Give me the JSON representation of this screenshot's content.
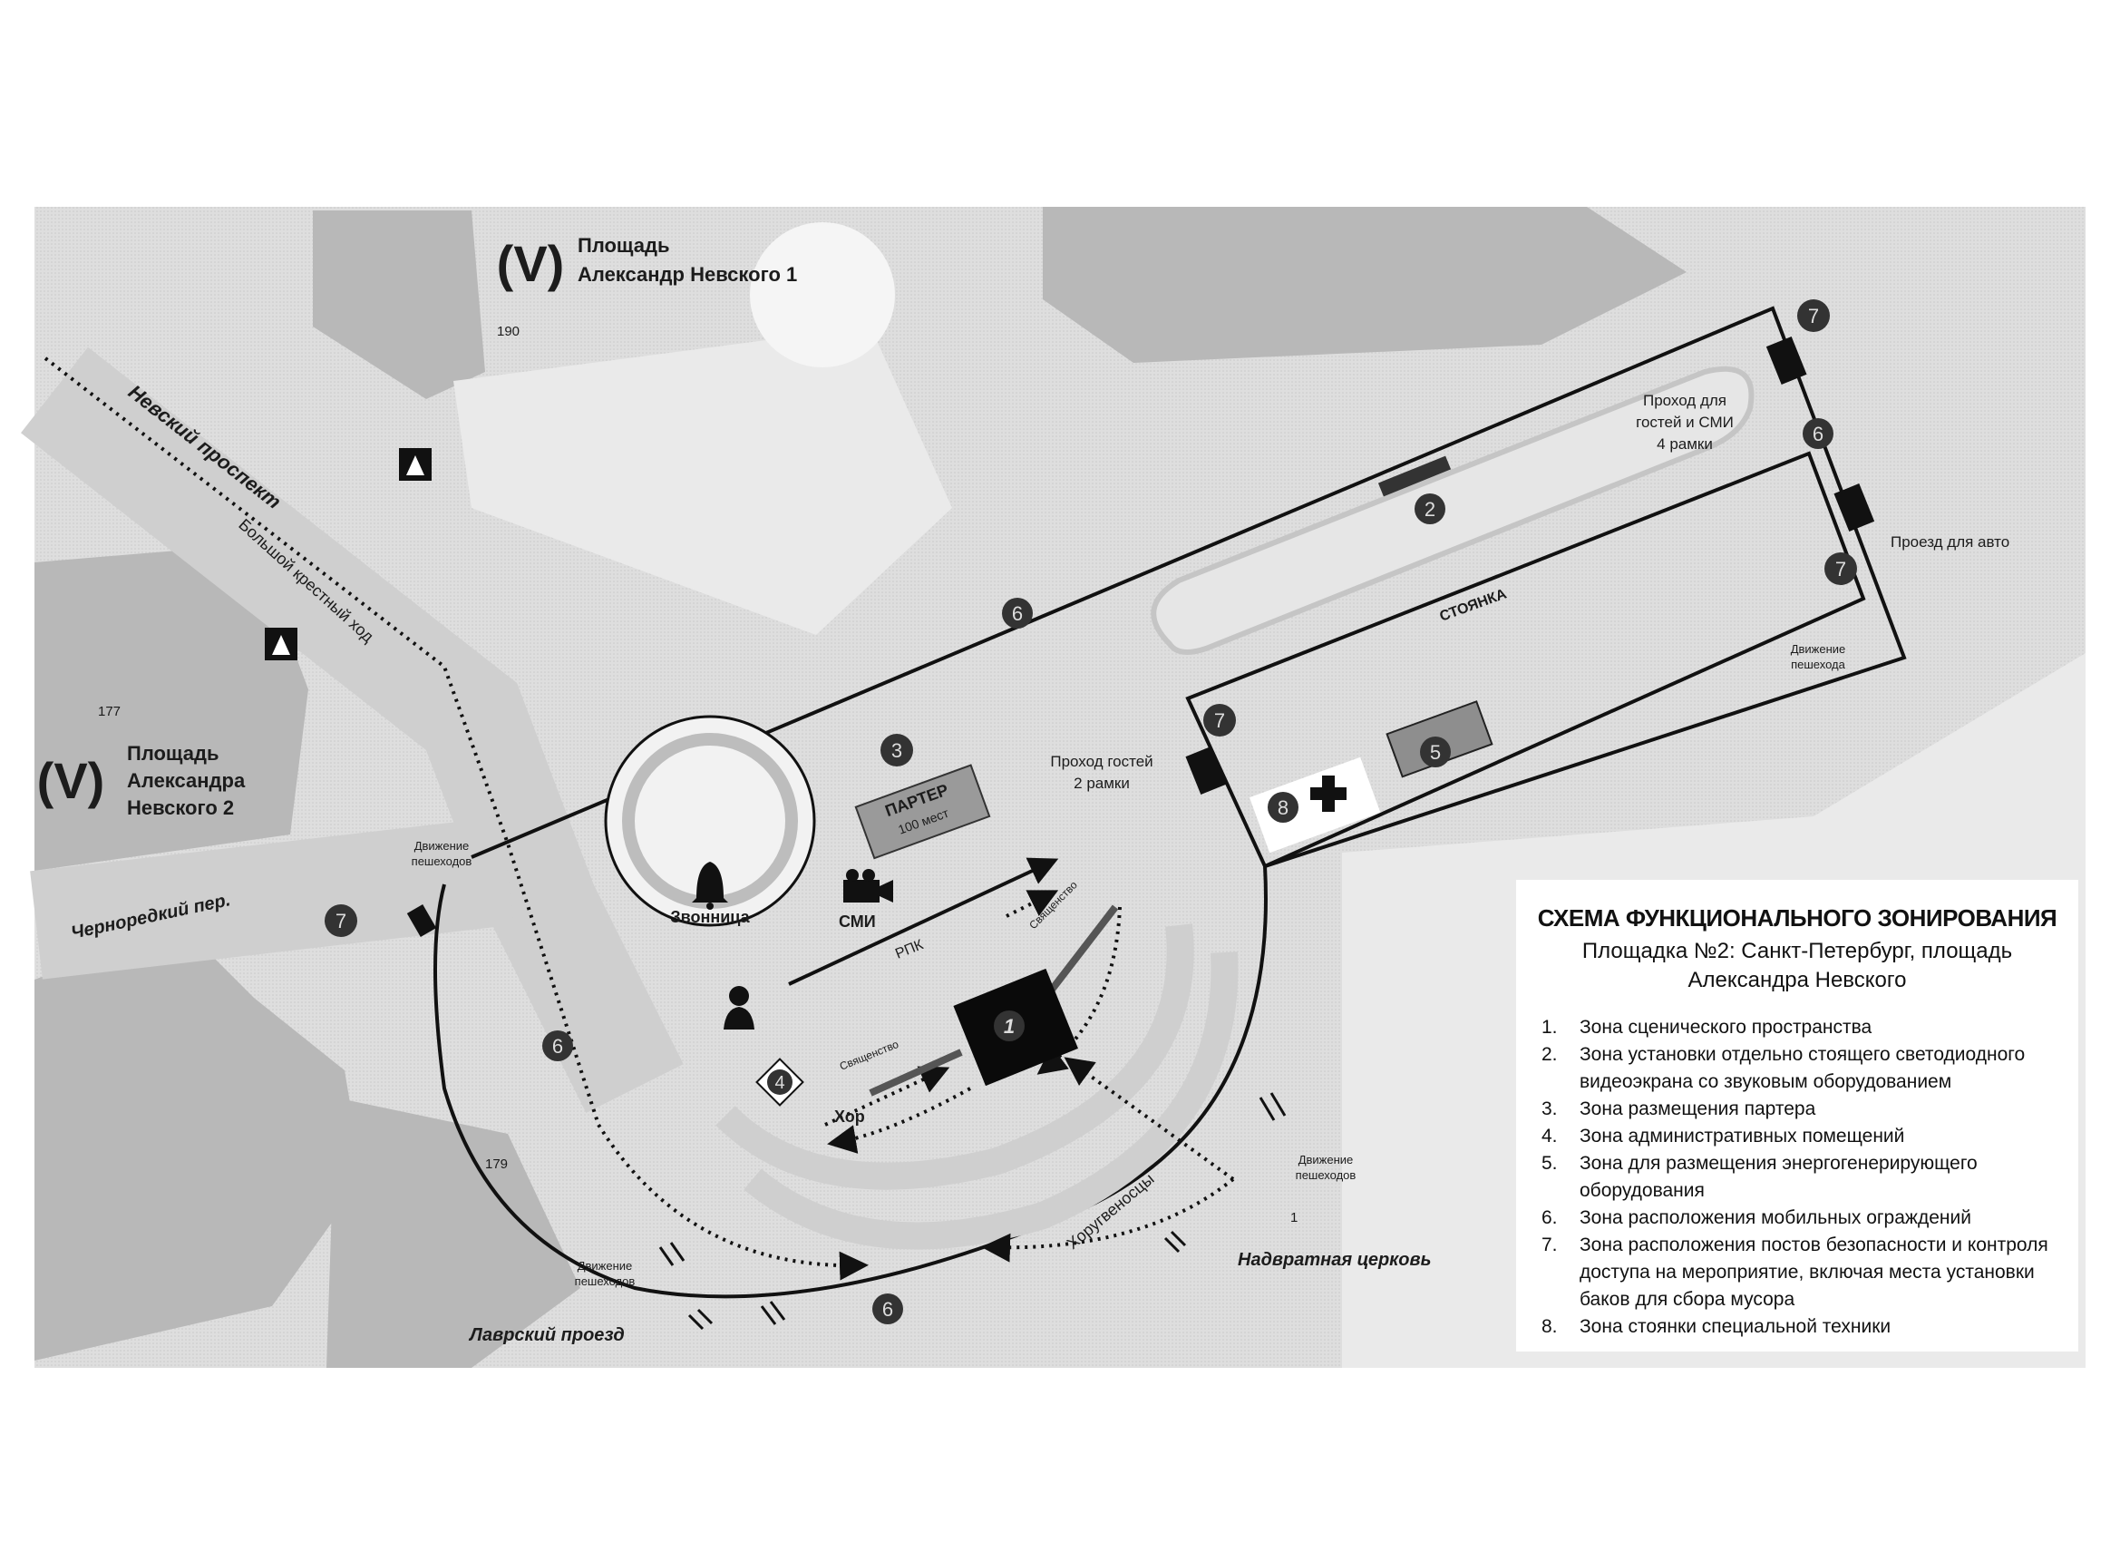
{
  "metro": [
    {
      "line1": "Площадь",
      "line2": "Александр Невского 1",
      "icon": "metro-icon"
    },
    {
      "line1": "Площадь",
      "line2": "Александра",
      "line3": "Невского 2",
      "icon": "metro-icon"
    }
  ],
  "streets": {
    "nevsky": "Невский проспект",
    "procession": "Большой крестный ход",
    "chernoretsky": "Черноредкий пер.",
    "lavrsky": "Лаврский проезд",
    "church": "Надвратная церковь"
  },
  "house_numbers": [
    "190",
    "177",
    "179",
    "1"
  ],
  "map_labels": {
    "zvonnitsa": "Звонница",
    "smi": "СМИ",
    "parter_title": "ПАРТЕР",
    "parter_seats": "100 мест",
    "rpk": "РПК",
    "khor": "Хор",
    "svyashchenstvo": "Священство",
    "khorugvenostsy": "Хоругвеносцы",
    "stoyanka": "СТОЯНКА",
    "pass_guests_smi_1": "Проход для",
    "pass_guests_smi_2": "гостей и СМИ",
    "pass_guests_smi_3": "4 рамки",
    "pass_guests_1": "Проход гостей",
    "pass_guests_2": "2 рамки",
    "pass_auto": "Проезд для авто",
    "pedestrian_1": "Движение",
    "pedestrian_2": "пешеходов",
    "pedestrian_alt_1": "Движение",
    "pedestrian_alt_2": "пешехода"
  },
  "zone_markers": [
    "1",
    "2",
    "3",
    "4",
    "5",
    "6",
    "7",
    "8"
  ],
  "legend": {
    "title": "СХЕМА ФУНКЦИОНАЛЬНОГО ЗОНИРОВАНИЯ",
    "subtitle": "Площадка №2: Санкт-Петербург, площадь Александра Невского",
    "items": [
      {
        "num": "1.",
        "text": "Зона сценического пространства"
      },
      {
        "num": "2.",
        "text": "Зона установки отдельно стоящего светодиодного видеоэкрана со звуковым оборудованием"
      },
      {
        "num": "3.",
        "text": "Зона размещения партера"
      },
      {
        "num": "4.",
        "text": "Зона административных помещений"
      },
      {
        "num": "5.",
        "text": "Зона для размещения энергогенерирующего оборудования"
      },
      {
        "num": "6.",
        "text": "Зона расположения мобильных ограждений"
      },
      {
        "num": "7.",
        "text": "Зона расположения постов безопасности и контроля доступа на мероприятие, включая места установки баков для сбора мусора"
      },
      {
        "num": "8.",
        "text": "Зона стоянки специальной техники"
      }
    ]
  }
}
